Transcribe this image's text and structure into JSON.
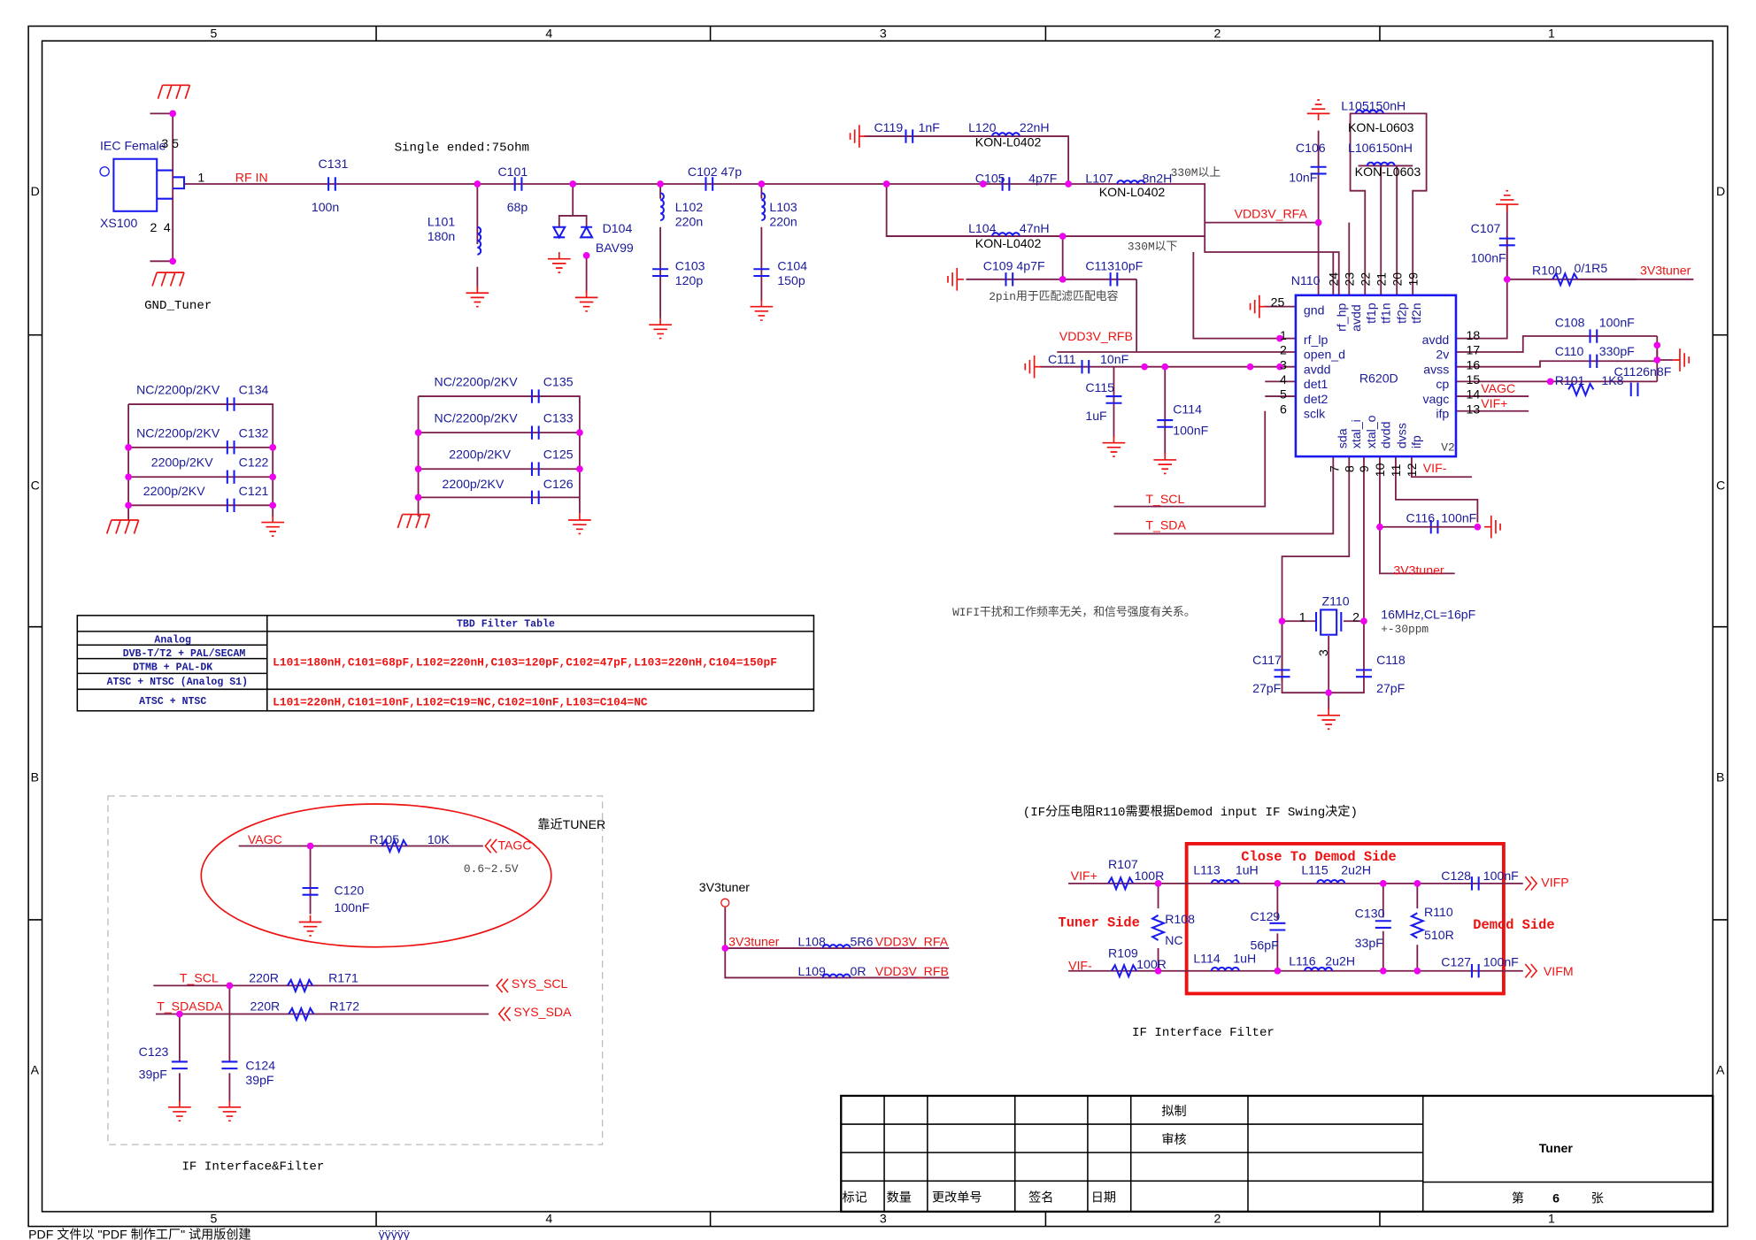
{
  "frame": {
    "cols": [
      "5",
      "4",
      "3",
      "2",
      "1"
    ],
    "rows": [
      "D",
      "C",
      "B",
      "A"
    ]
  },
  "rf": {
    "conn_type": "IEC Female",
    "conn_ref": "XS100",
    "pin1": "1",
    "pin2": "2",
    "pin4": "4",
    "pin35": "3 5",
    "rf_in": "RF IN",
    "gnd_tuner": "GND_Tuner",
    "note_75": "Single ended:75ohm",
    "c131": "C131",
    "c131_v": "100n",
    "c101": "C101",
    "c101_v": "68p",
    "l101": "L101",
    "l101_v": "180n",
    "d104": "D104",
    "d104_v": "BAV99",
    "c102": "C102 47p",
    "l102": "L102",
    "l102_v": "220n",
    "l103": "L103",
    "l103_v": "220n",
    "c103": "C103",
    "c103_v": "120p",
    "c104": "C104",
    "c104_v": "150p",
    "c119": "C119",
    "c119_v": "1nF",
    "l120": "L120",
    "l120_v": "22nH",
    "l120_p": "KON-L0402",
    "c105": "C105",
    "c105_v": "4p7F",
    "l107": "L107",
    "l107_v": "8n2H",
    "l107_p": "KON-L0402",
    "note_above": "330M以上",
    "l104": "L104",
    "l104_v": "47nH",
    "l104_p": "KON-L0402",
    "note_below": "330M以下",
    "c109": "C109 4p7F",
    "c113": "C11310pF",
    "note_2pin": "2pin用于匹配滤匹配电容",
    "vdd3v_rfa": "VDD3V_RFA",
    "vdd3v_rfb": "VDD3V_RFB",
    "c111": "C111",
    "c111_v": "10nF",
    "c115": "C115",
    "c115_v": "1uF",
    "c114": "C114",
    "c114_v": "100nF"
  },
  "ic": {
    "ref": "N110",
    "part": "R620D",
    "ver": "V2",
    "left_pins": [
      {
        "n": "1",
        "l": "rf_lp"
      },
      {
        "n": "2",
        "l": "open_d"
      },
      {
        "n": "3",
        "l": "avdd"
      },
      {
        "n": "4",
        "l": "det1"
      },
      {
        "n": "5",
        "l": "det2"
      },
      {
        "n": "6",
        "l": "sclk"
      }
    ],
    "gnd_pin": {
      "n": "25",
      "l": "gnd"
    },
    "top_pins": [
      {
        "n": "24",
        "l": "rf_hp"
      },
      {
        "n": "23",
        "l": "avdd"
      },
      {
        "n": "22",
        "l": "tf1p"
      },
      {
        "n": "21",
        "l": "tf1n"
      },
      {
        "n": "20",
        "l": "tf2p"
      },
      {
        "n": "19",
        "l": "tf2n"
      }
    ],
    "right_pins": [
      {
        "n": "18",
        "l": "avdd"
      },
      {
        "n": "17",
        "l": "2v"
      },
      {
        "n": "16",
        "l": "avss"
      },
      {
        "n": "15",
        "l": "cp"
      },
      {
        "n": "14",
        "l": "vagc"
      },
      {
        "n": "13",
        "l": "ifp"
      }
    ],
    "bottom_pins": [
      {
        "n": "7",
        "l": "sda"
      },
      {
        "n": "8",
        "l": "xtal_i"
      },
      {
        "n": "9",
        "l": "xtal_o"
      },
      {
        "n": "10",
        "l": "dvdd"
      },
      {
        "n": "11",
        "l": "dvss"
      },
      {
        "n": "12",
        "l": "ifp"
      }
    ]
  },
  "icnet": {
    "l105": "L105150nH",
    "l105_p": "KON-L0603",
    "l106": "L106150nH",
    "l106_p": "KON-L0603",
    "c106": "C106",
    "c106_v": "10nF",
    "c107": "C107",
    "c107_v": "100nF",
    "r100": "R100",
    "r100_v": "0/1R5",
    "v3v3": "3V3tuner",
    "c108": "C108",
    "c108_v": "100nF",
    "c110": "C110",
    "c110_v": "330pF",
    "r101": "R101",
    "r101_v": "1K8",
    "c112": "C1126n8F",
    "vagc": "VAGC",
    "vifp": "VIF+",
    "vifm": "VIF-",
    "t_scl": "T_SCL",
    "t_sda": "T_SDA",
    "c116": "C116",
    "c116_v": "100nF",
    "v3v3b": "3V3tuner",
    "wifi_note": "WIFI干扰和工作频率无关，和信号强度有关系。",
    "z110": "Z110",
    "z1": "1",
    "z2": "2",
    "z3": "3",
    "xtal": "16MHz,CL=16pF",
    "ppm": "+-30ppm",
    "c117": "C117",
    "c117_v": "27pF",
    "c118": "C118",
    "c118_v": "27pF"
  },
  "caps_left": [
    {
      "v": "NC/2200p/2KV",
      "r": "C134"
    },
    {
      "v": "NC/2200p/2KV",
      "r": "C132"
    },
    {
      "v": "2200p/2KV",
      "r": "C122"
    },
    {
      "v": "2200p/2KV",
      "r": "C121"
    }
  ],
  "caps_mid": [
    {
      "v": "NC/2200p/2KV",
      "r": "C135"
    },
    {
      "v": "NC/2200p/2KV",
      "r": "C133"
    },
    {
      "v": "2200p/2KV",
      "r": "C125"
    },
    {
      "v": "2200p/2KV",
      "r": "C126"
    }
  ],
  "filter_table": {
    "title": "TBD Filter Table",
    "modes": [
      "Analog",
      "DVB-T/T2 + PAL/SECAM",
      "DTMB + PAL-DK",
      "ATSC + NTSC (Analog S1)",
      "ATSC + NTSC"
    ],
    "values": [
      "L101=180nH,C101=68pF,L102=220nH,C103=120pF,C102=47pF,L103=220nH,C104=150pF",
      "L101=220nH,C101=10nF,L102=C19=NC,C102=10nF,L103=C104=NC"
    ]
  },
  "if_left": {
    "near": "靠近TUNER",
    "vagc": "VAGC",
    "r105": "R105",
    "r105_v": "10K",
    "tagc": "TAGC",
    "range": "0.6~2.5V",
    "c120": "C120",
    "c120_v": "100nF",
    "t_scl": "T_SCL",
    "r171_v": "220R",
    "r171": "R171",
    "sys_scl": "SYS_SCL",
    "t_sda": "T_SDASDA",
    "r172_v": "220R",
    "r172": "R172",
    "sys_sda": "SYS_SDA",
    "c123": "C123",
    "c123_v": "39pF",
    "c124": "C124",
    "c124_v": "39pF",
    "title": "IF Interface&Filter"
  },
  "power": {
    "v3v3": "3V3tuner",
    "v3v3_net": "3V3tuner",
    "l108": "L108",
    "l108_v": "5R6",
    "rfa": "VDD3V_RFA",
    "l109": "L109",
    "l109_v": "0R",
    "rfb": "VDD3V_RFB"
  },
  "if_right": {
    "note": "(IF分压电阻R110需要根据Demod input IF Swing决定)",
    "close": "Close To Demod Side",
    "tuner_side": "Tuner Side",
    "demod_side": "Demod Side",
    "vifp": "VIF+",
    "vifm": "VIF-",
    "r107": "R107",
    "r107_v": "100R",
    "r109": "R109",
    "r109_v": "100R",
    "r108": "R108",
    "r108_v": "NC",
    "l113": "L113",
    "l113_v": "1uH",
    "l114": "L114",
    "l114_v": "1uH",
    "l115": "L115",
    "l115_v": "2u2H",
    "l116": "L116",
    "l116_v": "2u2H",
    "c129": "C129",
    "c129_v": "56pF",
    "c130": "C130",
    "c130_v": "33pF",
    "r110": "R110",
    "r110_v": "510R",
    "c128": "C128",
    "c128_v": "100nF",
    "c127": "C127",
    "c127_v": "100nF",
    "out_p": "VIFP",
    "out_m": "VIFM",
    "title": "IF Interface Filter"
  },
  "title_block": {
    "drawn": "拟制",
    "checked": "审核",
    "mark": "标记",
    "qty": "数量",
    "change": "更改单号",
    "sign": "签名",
    "date": "日期",
    "name": "Tuner",
    "sheet_pre": "第",
    "sheet": "6",
    "sheet_post": "张"
  },
  "footer": {
    "pdf": "PDF 文件以 \"PDF 制作工厂\" 试用版创建",
    "link": "ÿÿÿÿÿ"
  }
}
